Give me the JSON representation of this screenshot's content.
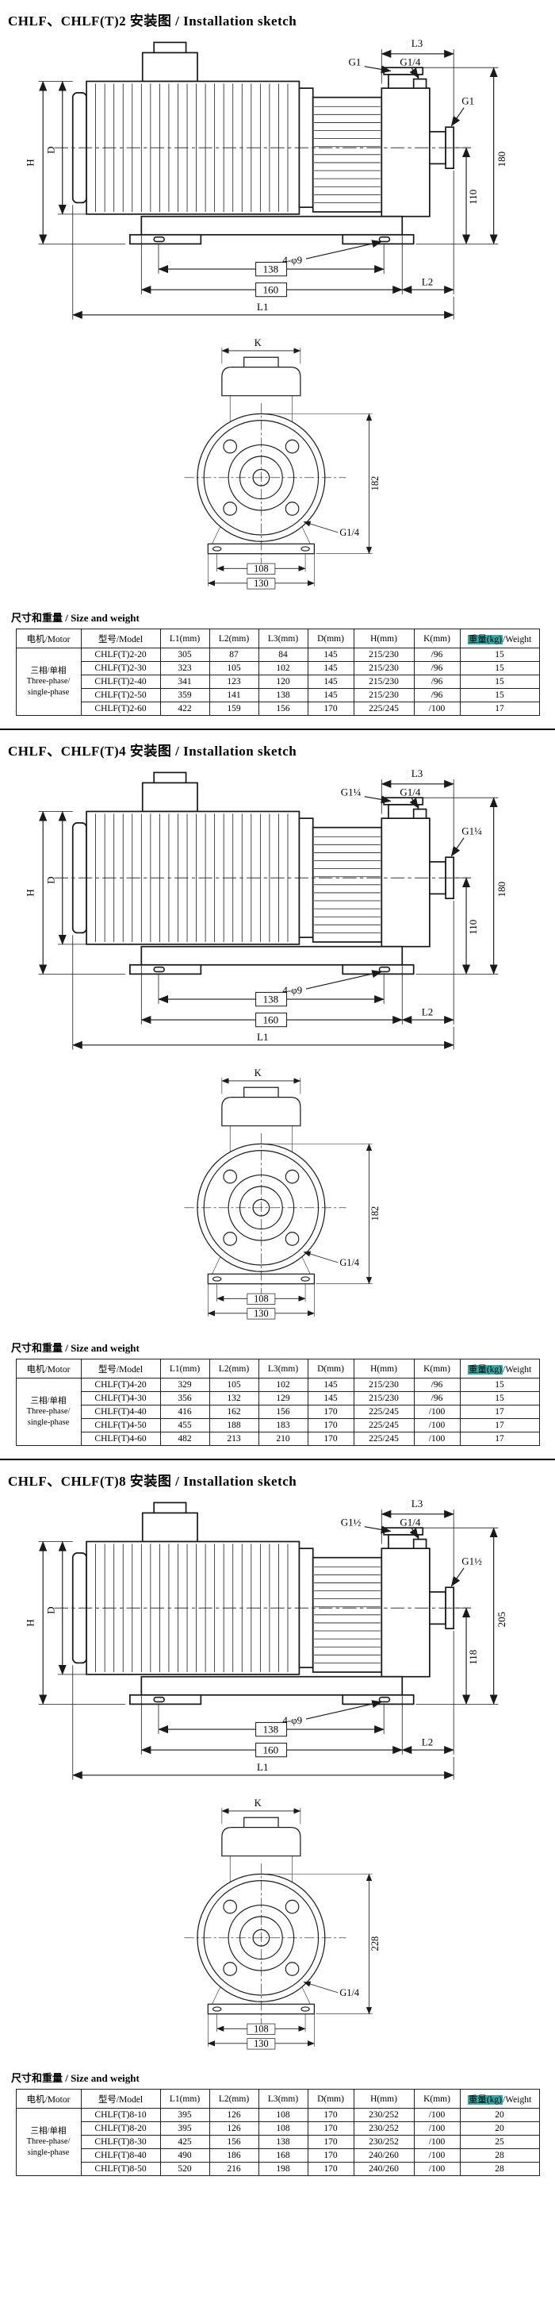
{
  "page": {
    "background": "#ffffff",
    "divider_color": "#000000",
    "weight_highlight_color": "#3aa8a4"
  },
  "table_headers": [
    "电机/Motor",
    "型号/Model",
    "L1(mm)",
    "L2(mm)",
    "L3(mm)",
    "D(mm)",
    "H(mm)",
    "K(mm)"
  ],
  "weight_header": {
    "highlight": "重量(kg)",
    "rest": "/Weight"
  },
  "sections": [
    {
      "title": "CHLF、CHLF(T)2 安装图 / Installation sketch",
      "size_weight_label": "尺寸和重量 / Size and weight",
      "side_labels": {
        "H": "H",
        "D": "D",
        "L3": "L3",
        "port_top": "G1",
        "plug_top": "G1/4",
        "port_right": "G1",
        "height_outer": "180",
        "height_inner": "110",
        "holes": "4-φ9",
        "base_holes": "138",
        "base_len": "160",
        "L2": "L2",
        "L1": "L1"
      },
      "front_labels": {
        "K": "K",
        "height": "182",
        "drain": "G1/4",
        "feet_holes": "108",
        "feet_width": "130"
      },
      "table": {
        "motor_lines": [
          "三相/单相",
          "Three-phase/",
          "single-phase"
        ],
        "rows": [
          [
            "CHLF(T)2-20",
            "305",
            "87",
            "84",
            "145",
            "215/230",
            "/96",
            "15"
          ],
          [
            "CHLF(T)2-30",
            "323",
            "105",
            "102",
            "145",
            "215/230",
            "/96",
            "15"
          ],
          [
            "CHLF(T)2-40",
            "341",
            "123",
            "120",
            "145",
            "215/230",
            "/96",
            "15"
          ],
          [
            "CHLF(T)2-50",
            "359",
            "141",
            "138",
            "145",
            "215/230",
            "/96",
            "15"
          ],
          [
            "CHLF(T)2-60",
            "422",
            "159",
            "156",
            "170",
            "225/245",
            "/100",
            "17"
          ]
        ]
      }
    },
    {
      "title": "CHLF、CHLF(T)4 安装图 / Installation sketch",
      "size_weight_label": "尺寸和重量 / Size and weight",
      "side_labels": {
        "H": "H",
        "D": "D",
        "L3": "L3",
        "port_top": "G1¼",
        "plug_top": "G1/4",
        "port_right": "G1¼",
        "height_outer": "180",
        "height_inner": "110",
        "holes": "4-φ9",
        "base_holes": "138",
        "base_len": "160",
        "L2": "L2",
        "L1": "L1"
      },
      "front_labels": {
        "K": "K",
        "height": "182",
        "drain": "G1/4",
        "feet_holes": "108",
        "feet_width": "130"
      },
      "table": {
        "motor_lines": [
          "三相/单相",
          "Three-phase/",
          "single-phase"
        ],
        "rows": [
          [
            "CHLF(T)4-20",
            "329",
            "105",
            "102",
            "145",
            "215/230",
            "/96",
            "15"
          ],
          [
            "CHLF(T)4-30",
            "356",
            "132",
            "129",
            "145",
            "215/230",
            "/96",
            "15"
          ],
          [
            "CHLF(T)4-40",
            "416",
            "162",
            "156",
            "170",
            "225/245",
            "/100",
            "17"
          ],
          [
            "CHLF(T)4-50",
            "455",
            "188",
            "183",
            "170",
            "225/245",
            "/100",
            "17"
          ],
          [
            "CHLF(T)4-60",
            "482",
            "213",
            "210",
            "170",
            "225/245",
            "/100",
            "17"
          ]
        ]
      }
    },
    {
      "title": "CHLF、CHLF(T)8 安装图 / Installation sketch",
      "size_weight_label": "尺寸和重量 / Size and weight",
      "side_labels": {
        "H": "H",
        "D": "D",
        "L3": "L3",
        "port_top": "G1½",
        "plug_top": "G1/4",
        "port_right": "G1½",
        "height_outer": "205",
        "height_inner": "118",
        "holes": "4-φ9",
        "base_holes": "138",
        "base_len": "160",
        "L2": "L2",
        "L1": "L1"
      },
      "front_labels": {
        "K": "K",
        "height": "228",
        "drain": "G1/4",
        "feet_holes": "108",
        "feet_width": "130"
      },
      "table": {
        "motor_lines": [
          "三相/单相",
          "Three-phase/",
          "single-phase"
        ],
        "rows": [
          [
            "CHLF(T)8-10",
            "395",
            "126",
            "108",
            "170",
            "230/252",
            "/100",
            "20"
          ],
          [
            "CHLF(T)8-20",
            "395",
            "126",
            "108",
            "170",
            "230/252",
            "/100",
            "20"
          ],
          [
            "CHLF(T)8-30",
            "425",
            "156",
            "138",
            "170",
            "230/252",
            "/100",
            "25"
          ],
          [
            "CHLF(T)8-40",
            "490",
            "186",
            "168",
            "170",
            "240/260",
            "/100",
            "28"
          ],
          [
            "CHLF(T)8-50",
            "520",
            "216",
            "198",
            "170",
            "240/260",
            "/100",
            "28"
          ]
        ]
      }
    }
  ]
}
